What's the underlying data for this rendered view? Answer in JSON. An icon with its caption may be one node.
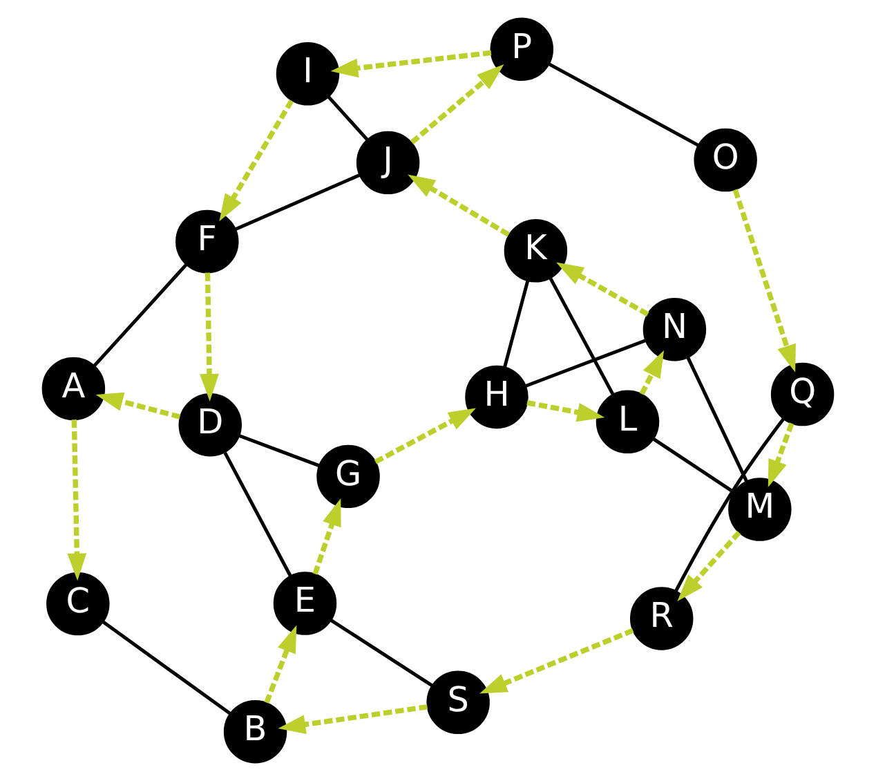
{
  "diagram": {
    "nodes": [
      {
        "text": [
          "A"
        ]
      },
      {
        "text": [
          "C"
        ]
      },
      {
        "text": [
          "B"
        ]
      },
      {
        "text": [
          "D"
        ]
      },
      {
        "text": [
          "E"
        ]
      },
      {
        "text": [
          "F"
        ]
      },
      {
        "text": [
          "S"
        ]
      },
      {
        "text": [
          "G"
        ]
      },
      {
        "text": [
          "H"
        ]
      },
      {
        "text": [
          "R"
        ]
      },
      {
        "text": [
          "J"
        ]
      },
      {
        "text": [
          "L"
        ]
      },
      {
        "text": [
          "M"
        ]
      },
      {
        "text": [
          "I"
        ]
      },
      {
        "text": [
          "K"
        ]
      },
      {
        "text": [
          "N"
        ]
      },
      {
        "text": [
          "O"
        ]
      },
      {
        "text": [
          "Q"
        ]
      },
      {
        "text": [
          "P"
        ]
      }
    ],
    "edges": [
      {
        "from": 0,
        "to": 1,
        "arrow": "to",
        "style": "dashed",
        "color": "#bccf2c"
      },
      {
        "from": 1,
        "to": 2,
        "arrow": "none",
        "color": "#000000"
      },
      {
        "from": 0,
        "to": 5,
        "arrow": "none",
        "color": "#000000"
      },
      {
        "from": 3,
        "to": 0,
        "arrow": "to",
        "style": "dashed",
        "color": "#bccf2c"
      },
      {
        "from": 3,
        "to": 4,
        "arrow": "none",
        "color": "#000000"
      },
      {
        "from": 5,
        "to": 3,
        "arrow": "to",
        "style": "dashed",
        "color": "#bccf2c"
      },
      {
        "from": 3,
        "to": 7,
        "arrow": "none",
        "color": "#000000"
      },
      {
        "from": 2,
        "to": 4,
        "arrow": "to",
        "style": "dashed",
        "color": "#bccf2c"
      },
      {
        "from": 4,
        "to": 6,
        "arrow": "none",
        "color": "#000000"
      },
      {
        "from": 4,
        "to": 7,
        "arrow": "to",
        "style": "dashed",
        "color": "#bccf2c"
      },
      {
        "from": 6,
        "to": 2,
        "arrow": "to",
        "style": "dashed",
        "color": "#bccf2c"
      },
      {
        "from": 13,
        "to": 5,
        "arrow": "to",
        "style": "dashed",
        "color": "#bccf2c"
      },
      {
        "from": 5,
        "to": 10,
        "arrow": "none",
        "color": "#000000"
      },
      {
        "from": 7,
        "to": 8,
        "arrow": "to",
        "style": "dashed",
        "color": "#bccf2c"
      },
      {
        "from": 8,
        "to": 11,
        "arrow": "to",
        "style": "dashed",
        "color": "#bccf2c"
      },
      {
        "from": 8,
        "to": 14,
        "arrow": "none",
        "color": "#000000"
      },
      {
        "from": 8,
        "to": 15,
        "arrow": "none",
        "color": "#000000"
      },
      {
        "from": 11,
        "to": 15,
        "arrow": "to",
        "style": "dashed",
        "color": "#bccf2c"
      },
      {
        "from": 14,
        "to": 11,
        "arrow": "none",
        "color": "#000000"
      },
      {
        "from": 11,
        "to": 12,
        "arrow": "none",
        "color": "#000000"
      },
      {
        "from": 15,
        "to": 12,
        "arrow": "none",
        "color": "#000000"
      },
      {
        "from": 12,
        "to": 9,
        "arrow": "to",
        "style": "dashed",
        "color": "#bccf2c"
      },
      {
        "from": 9,
        "to": 6,
        "arrow": "to",
        "style": "dashed",
        "color": "#bccf2c"
      },
      {
        "from": 9,
        "to": 17,
        "arrow": "none",
        "color": "#000000"
      },
      {
        "from": 13,
        "to": 10,
        "arrow": "none",
        "color": "#000000"
      },
      {
        "from": 14,
        "to": 10,
        "arrow": "to",
        "style": "dashed",
        "color": "#bccf2c"
      },
      {
        "from": 15,
        "to": 14,
        "arrow": "to",
        "style": "dashed",
        "color": "#bccf2c"
      },
      {
        "from": 10,
        "to": 18,
        "arrow": "to",
        "style": "dashed",
        "color": "#bccf2c"
      },
      {
        "from": 18,
        "to": 13,
        "arrow": "to",
        "style": "dashed",
        "color": "#bccf2c"
      },
      {
        "from": 18,
        "to": 16,
        "arrow": "none",
        "color": "#000000"
      },
      {
        "from": 16,
        "to": 17,
        "arrow": "to",
        "style": "dashed",
        "color": "#bccf2c"
      },
      {
        "from": 17,
        "to": 12,
        "arrow": "to",
        "style": "dashed",
        "color": "#bccf2c"
      }
    ]
  }
}
